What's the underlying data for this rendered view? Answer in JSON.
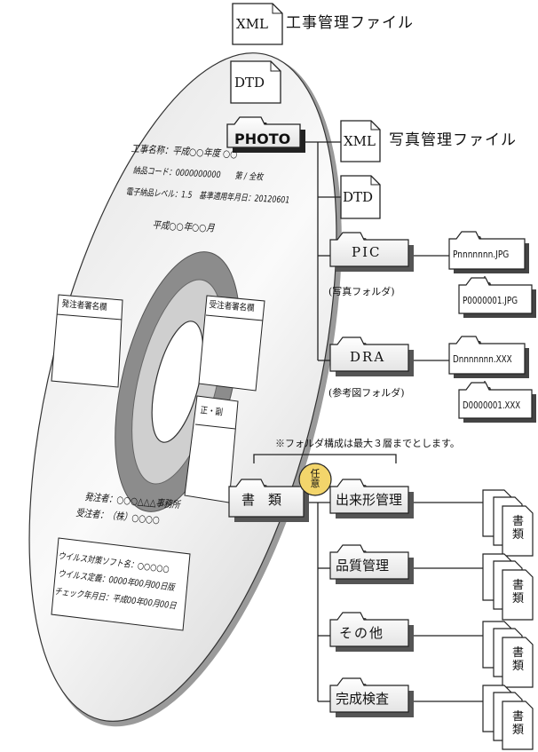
{
  "disc": {
    "work_name": "工事名称：平成○○年度 ○○",
    "delivery_code": "納品コード：0000000000　　第 / 全枚",
    "standard_level": "電子納品レベル：1.5　基準適用年月日：20120601",
    "date": "平成○○年○○月",
    "orderer_sign_box": "発注者署名欄",
    "contractor_sign_box": "受注者署名欄",
    "copy_box": "正・副",
    "orderer": "発注者：○○○△△△事務所",
    "contractor": "受注者：（株）○○○○",
    "virus_software": "ウイルス対策ソフト名：○○○○○",
    "virus_definition": "ウイルス定義：0000年00月00日版",
    "check_date": "チェック年月日：平成00年00月00日"
  },
  "files": {
    "xml_top": "XML",
    "xml_top_label": "工事管理ファイル",
    "dtd_top": "DTD",
    "photo_folder": "PHOTO",
    "xml_photo": "XML",
    "xml_photo_label": "写真管理ファイル",
    "dtd_photo": "DTD"
  },
  "photo_folders": {
    "pic_label": "PIC",
    "pic_caption": "(写真フォルダ)",
    "pic_file_first": "Pnnnnnnn.JPG",
    "pic_file_last": "P0000001.JPG",
    "dra_label": "DRA",
    "dra_caption": "(参考図フォルダ)",
    "dra_file_first": "Dnnnnnnn.XXX",
    "dra_file_last": "D0000001.XXX"
  },
  "documents": {
    "note": "※フォルダ構成は最大３層までとします。",
    "optional_badge": "任意",
    "root_folder": "書　類",
    "subfolders": [
      "出来形管理",
      "品質管理",
      "その他",
      "完成検査"
    ],
    "doc_stack_label": "書類"
  }
}
